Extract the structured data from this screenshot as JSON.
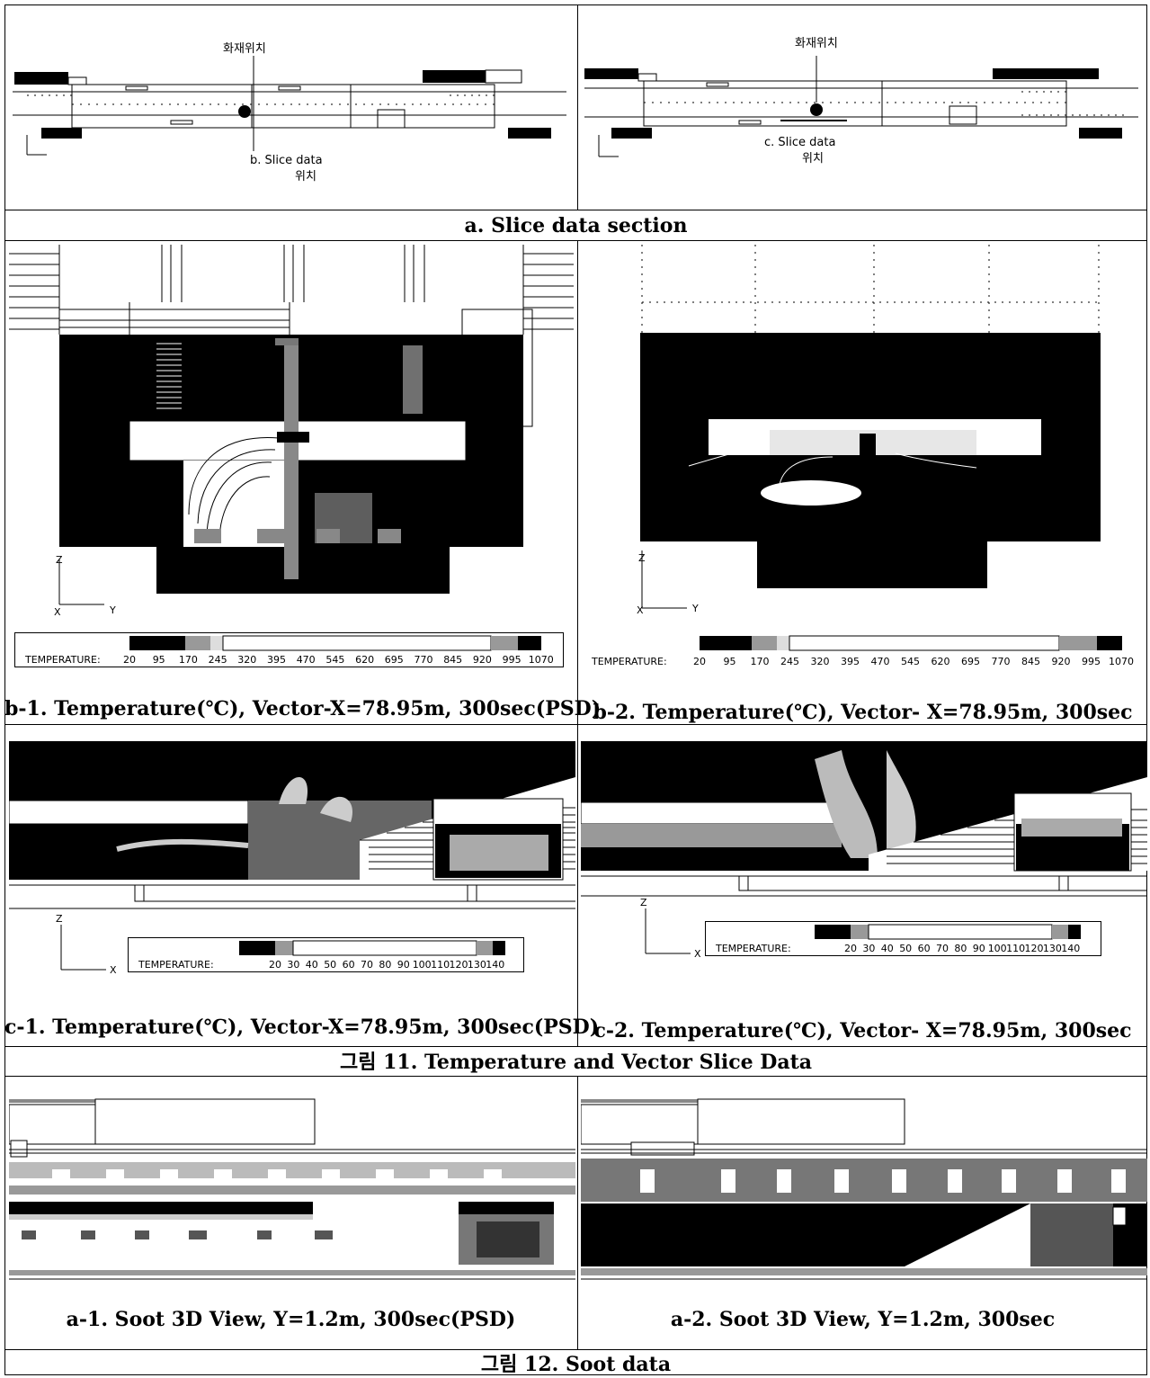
{
  "figure11": {
    "row_a": {
      "left_fire_label": "화재위치",
      "left_slice_label_line1": "b. Slice data",
      "left_slice_label_line2": "위치",
      "right_fire_label": "화재위치",
      "right_slice_label_line1": "c. Slice data",
      "right_slice_label_line2": "위치",
      "caption": "a.  Slice  data  section"
    },
    "row_b": {
      "left_caption": "b-1.  Temperature(℃),  Vector-X=78.95m,  300sec(PSD)",
      "right_caption": "b-2.  Temperature(℃),  Vector-  X=78.95m,  300sec",
      "axis_z": "Z",
      "axis_y": "Y",
      "axis_x": "X",
      "legend_title": "TEMPERATURE:",
      "legend_ticks": [
        "20",
        "95",
        "170",
        "245",
        "320",
        "395",
        "470",
        "545",
        "620",
        "695",
        "770",
        "845",
        "920",
        "995",
        "1070"
      ]
    },
    "row_c": {
      "left_caption": "c-1.  Temperature(℃),  Vector-X=78.95m,  300sec(PSD)",
      "right_caption": "c-2.  Temperature(℃),  Vector-  X=78.95m,  300sec",
      "axis_z": "Z",
      "axis_x": "X",
      "legend_title": "TEMPERATURE:",
      "legend_ticks": [
        "20",
        "30",
        "40",
        "50",
        "60",
        "70",
        "80",
        "90",
        "100",
        "110",
        "120",
        "130",
        "140"
      ]
    },
    "caption": "그림  11.    Temperature  and  Vector  Slice  Data"
  },
  "figure12": {
    "left_caption": "a-1.  Soot  3D  View,  Y=1.2m,  300sec(PSD)",
    "right_caption": "a-2.  Soot  3D  View,  Y=1.2m,  300sec",
    "caption": "그림  12.  Soot  data"
  }
}
